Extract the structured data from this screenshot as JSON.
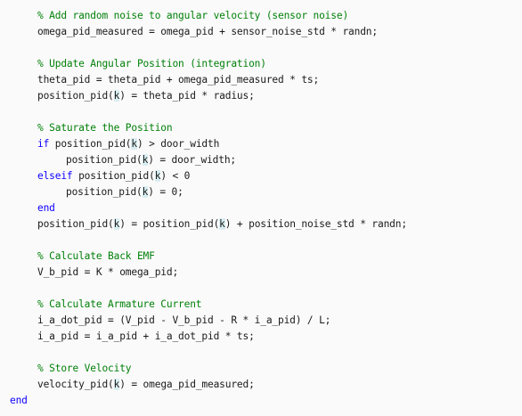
{
  "colors": {
    "background": "#fafafa",
    "text": "#1a1a1a",
    "comment": "#028009",
    "keyword": "#0e00ff",
    "variable_highlight": "#d9eef1"
  },
  "code": {
    "lines": [
      {
        "indent": 1,
        "tokens": [
          {
            "t": "% Add random noise to angular velocity (sensor noise)",
            "k": "comment"
          }
        ]
      },
      {
        "indent": 1,
        "tokens": [
          {
            "t": "omega_pid_measured = omega_pid + sensor_noise_std * randn;",
            "k": "code"
          }
        ]
      },
      {
        "indent": 1,
        "tokens": []
      },
      {
        "indent": 1,
        "tokens": [
          {
            "t": "% Update Angular Position (integration)",
            "k": "comment"
          }
        ]
      },
      {
        "indent": 1,
        "tokens": [
          {
            "t": "theta_pid = theta_pid + omega_pid_measured * ts;",
            "k": "code"
          }
        ]
      },
      {
        "indent": 1,
        "tokens": [
          {
            "t": "position_pid(",
            "k": "code"
          },
          {
            "t": "k",
            "k": "hl"
          },
          {
            "t": ") = theta_pid * radius;",
            "k": "code"
          }
        ]
      },
      {
        "indent": 1,
        "tokens": []
      },
      {
        "indent": 1,
        "tokens": [
          {
            "t": "% Saturate the Position",
            "k": "comment"
          }
        ]
      },
      {
        "indent": 1,
        "tokens": [
          {
            "t": "if",
            "k": "keyword"
          },
          {
            "t": " position_pid(",
            "k": "code"
          },
          {
            "t": "k",
            "k": "hl"
          },
          {
            "t": ") > door_width",
            "k": "code"
          }
        ]
      },
      {
        "indent": 2,
        "tokens": [
          {
            "t": "position_pid(",
            "k": "code"
          },
          {
            "t": "k",
            "k": "hl"
          },
          {
            "t": ") = door_width;",
            "k": "code"
          }
        ]
      },
      {
        "indent": 1,
        "tokens": [
          {
            "t": "elseif",
            "k": "keyword"
          },
          {
            "t": " position_pid(",
            "k": "code"
          },
          {
            "t": "k",
            "k": "hl"
          },
          {
            "t": ") < 0",
            "k": "code"
          }
        ]
      },
      {
        "indent": 2,
        "tokens": [
          {
            "t": "position_pid(",
            "k": "code"
          },
          {
            "t": "k",
            "k": "hl"
          },
          {
            "t": ") = 0;",
            "k": "code"
          }
        ]
      },
      {
        "indent": 1,
        "tokens": [
          {
            "t": "end",
            "k": "keyword"
          }
        ]
      },
      {
        "indent": 1,
        "tokens": [
          {
            "t": "position_pid(",
            "k": "code"
          },
          {
            "t": "k",
            "k": "hl"
          },
          {
            "t": ") = position_pid(",
            "k": "code"
          },
          {
            "t": "k",
            "k": "hl"
          },
          {
            "t": ") + position_noise_std * randn;",
            "k": "code"
          }
        ]
      },
      {
        "indent": 1,
        "tokens": []
      },
      {
        "indent": 1,
        "tokens": [
          {
            "t": "% Calculate Back EMF",
            "k": "comment"
          }
        ]
      },
      {
        "indent": 1,
        "tokens": [
          {
            "t": "V_b_pid = K * omega_pid;",
            "k": "code"
          }
        ]
      },
      {
        "indent": 1,
        "tokens": []
      },
      {
        "indent": 1,
        "tokens": [
          {
            "t": "% Calculate Armature Current",
            "k": "comment"
          }
        ]
      },
      {
        "indent": 1,
        "tokens": [
          {
            "t": "i_a_dot_pid = (V_pid - V_b_pid - R * i_a_pid) / L;",
            "k": "code"
          }
        ]
      },
      {
        "indent": 1,
        "tokens": [
          {
            "t": "i_a_pid = i_a_pid + i_a_dot_pid * ts;",
            "k": "code"
          }
        ]
      },
      {
        "indent": 1,
        "tokens": []
      },
      {
        "indent": 1,
        "tokens": [
          {
            "t": "% Store Velocity",
            "k": "comment"
          }
        ]
      },
      {
        "indent": 1,
        "tokens": [
          {
            "t": "velocity_pid(",
            "k": "code"
          },
          {
            "t": "k",
            "k": "hl"
          },
          {
            "t": ") = omega_pid_measured;",
            "k": "code"
          }
        ]
      },
      {
        "indent": 0,
        "tokens": [
          {
            "t": "end",
            "k": "keyword"
          }
        ]
      }
    ]
  }
}
